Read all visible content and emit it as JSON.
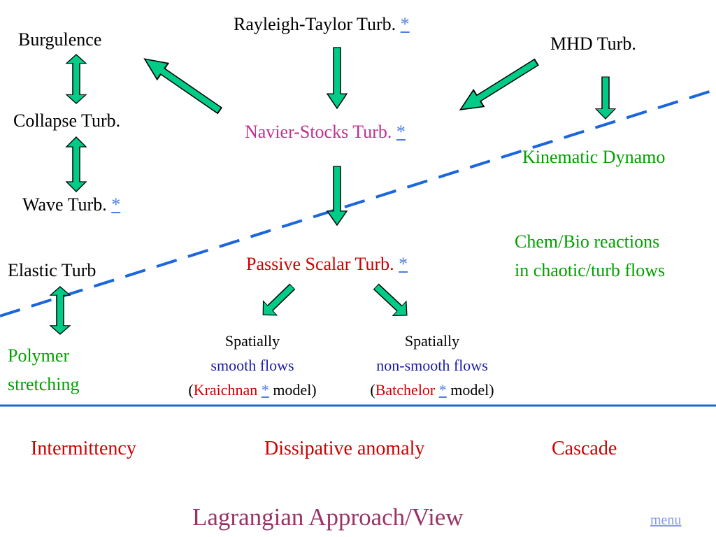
{
  "colors": {
    "black": "#000000",
    "magenta": "#c0308f",
    "red": "#cc0000",
    "green": "#00a000",
    "blue": "#1a1aa6",
    "link": "#4d7fe0",
    "arrow_fill": "#00cc88",
    "divider": "#1a66dd",
    "footer": "#993366"
  },
  "link_star": "*",
  "nodes": {
    "rayleigh_taylor": "Rayleigh-Taylor Turb.",
    "burgulence": "Burgulence",
    "mhd": "MHD Turb.",
    "collapse": "Collapse Turb.",
    "navier_stokes": "Navier-Stocks Turb.",
    "kinematic_dynamo": "Kinematic Dynamo",
    "wave": "Wave Turb.",
    "chem_bio_line1": "Chem/Bio reactions",
    "chem_bio_line2": "in chaotic/turb flows",
    "elastic": "Elastic Turb",
    "passive_scalar": "Passive Scalar Turb.",
    "polymer_line1": "Polymer",
    "polymer_line2": "stretching"
  },
  "smooth": {
    "line1": "Spatially",
    "line2": "smooth flows",
    "paren_open": "(",
    "model_name": "Kraichnan",
    "model_word": "model)"
  },
  "nonsmooth": {
    "line1": "Spatially",
    "line2": "non-smooth flows",
    "paren_open": "(",
    "model_name": "Batchelor",
    "model_word": "model)"
  },
  "bottom_terms": {
    "intermittency": "Intermittency",
    "dissipative": "Dissipative anomaly",
    "cascade": "Cascade"
  },
  "footer_title": "Lagrangian Approach/View",
  "menu_link": "menu"
}
